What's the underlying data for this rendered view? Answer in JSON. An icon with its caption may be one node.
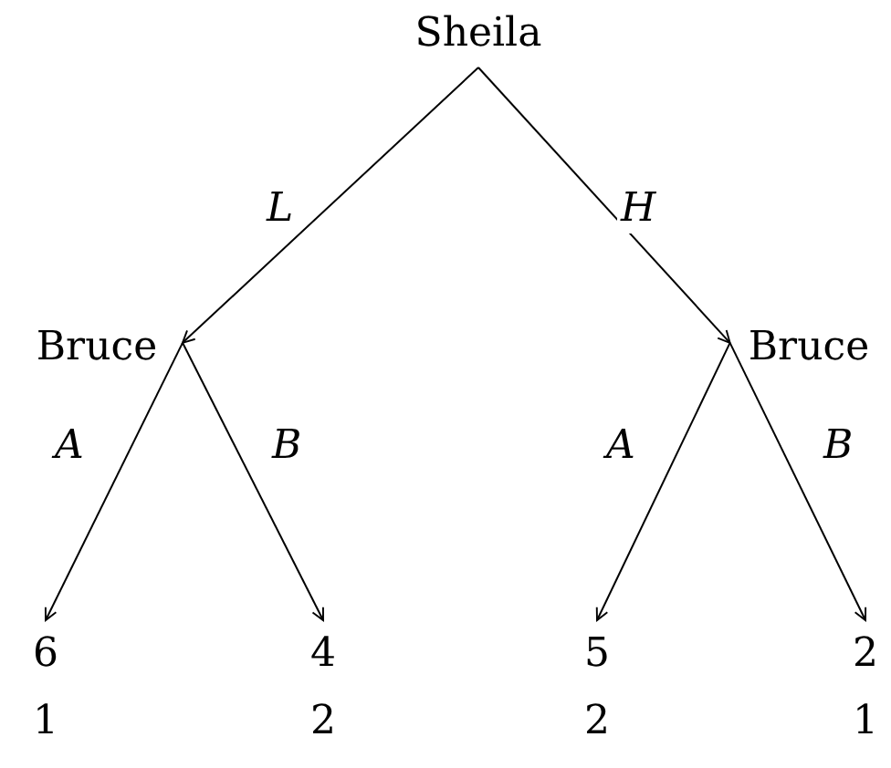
{
  "diagram": {
    "nodes": [
      {
        "text": [
          "Sheila"
        ]
      },
      {
        "text": [
          "Bruce"
        ]
      },
      {
        "text": [
          "Bruce"
        ]
      },
      {
        "text": [
          "6",
          "1"
        ]
      },
      {
        "text": [
          "4",
          "2"
        ]
      },
      {
        "text": [
          "5",
          "2"
        ]
      },
      {
        "text": [
          "2",
          "1"
        ]
      }
    ],
    "edges": [
      {
        "from": 0,
        "to": 1,
        "arrow": "to",
        "label": "L"
      },
      {
        "from": 0,
        "to": 2,
        "arrow": "to",
        "label": "H"
      },
      {
        "from": 1,
        "to": 3,
        "arrow": "to",
        "label": "A"
      },
      {
        "from": 1,
        "to": 4,
        "arrow": "to",
        "label": "B"
      },
      {
        "from": 2,
        "to": 5,
        "arrow": "to",
        "label": "A"
      },
      {
        "from": 2,
        "to": 6,
        "arrow": "to",
        "label": "B"
      }
    ]
  }
}
